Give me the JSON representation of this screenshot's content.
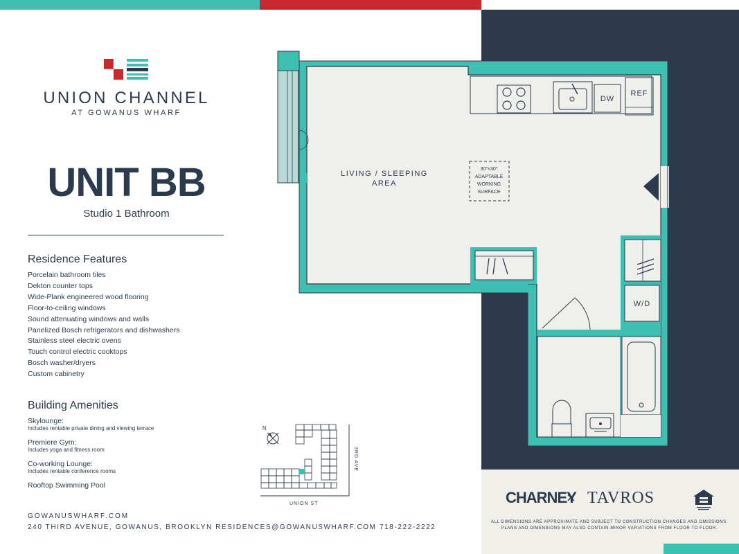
{
  "colors": {
    "navy": "#2d3a4b",
    "teal": "#3ebfb2",
    "red": "#c62a2f",
    "floor": "#efefec",
    "cream": "#f0efea"
  },
  "brand": {
    "name": "UNION CHANNEL",
    "sub": "AT GOWANUS WHARF"
  },
  "unit": {
    "title": "UNIT BB",
    "type": "Studio 1 Bathroom"
  },
  "features": {
    "heading": "Residence Features",
    "items": [
      "Porcelain bathroom tiles",
      "Dekton counter tops",
      "Wide-Plank engineered wood flooring",
      "Floor-to-ceiling windows",
      "Sound attenuating windows and walls",
      "Panelized Bosch refrigerators and dishwashers",
      "Stainless steel electric ovens",
      "Touch control electric cooktops",
      "Bosch washer/dryers",
      "Custom cabinetry"
    ]
  },
  "amenities": {
    "heading": "Building Amenities",
    "items": [
      {
        "title": "Skylounge:",
        "sub": "Includes rentable private dining and viewing terrace"
      },
      {
        "title": "Premiere Gym:",
        "sub": "Includes yoga and fitness room"
      },
      {
        "title": "Co-working Lounge:",
        "sub": "Includes rentable conference rooms"
      },
      {
        "title": "Rooftop Swimming Pool",
        "sub": ""
      }
    ]
  },
  "footer": {
    "url": "GOWANUSWHARF.COM",
    "address": "240 THIRD AVENUE, GOWANUS, BROOKLYN   RESIDENCES@GOWANUSWHARF.COM   718-222-2222"
  },
  "plan": {
    "living_line1": "LIVING / SLEEPING",
    "living_line2": "AREA",
    "surface_line1": "30\"×30\"",
    "surface_line2": "ADAPTABLE",
    "surface_line3": "WORKING",
    "surface_line4": "SURFACE",
    "dw": "DW",
    "ref": "REF",
    "wd": "W/D"
  },
  "keyplan": {
    "north": "N",
    "street_bottom": "UNION ST",
    "street_right": "3RD AVE"
  },
  "partners": {
    "left": "CHARNEY",
    "sep": "×",
    "right": "TAVROS",
    "eho_icon": "equal-housing-opportunity-icon"
  },
  "disclaimer": {
    "line1": "ALL DIMENSIONS ARE APPROXIMATE AND SUBJECT TO CONSTRUCTION CHANGES AND OMISSIONS.",
    "line2": "PLANS AND DIMENSIONS MAY ALSO CONTAIN MINOR VARIATIONS FROM FLOOR TO FLOOR."
  }
}
